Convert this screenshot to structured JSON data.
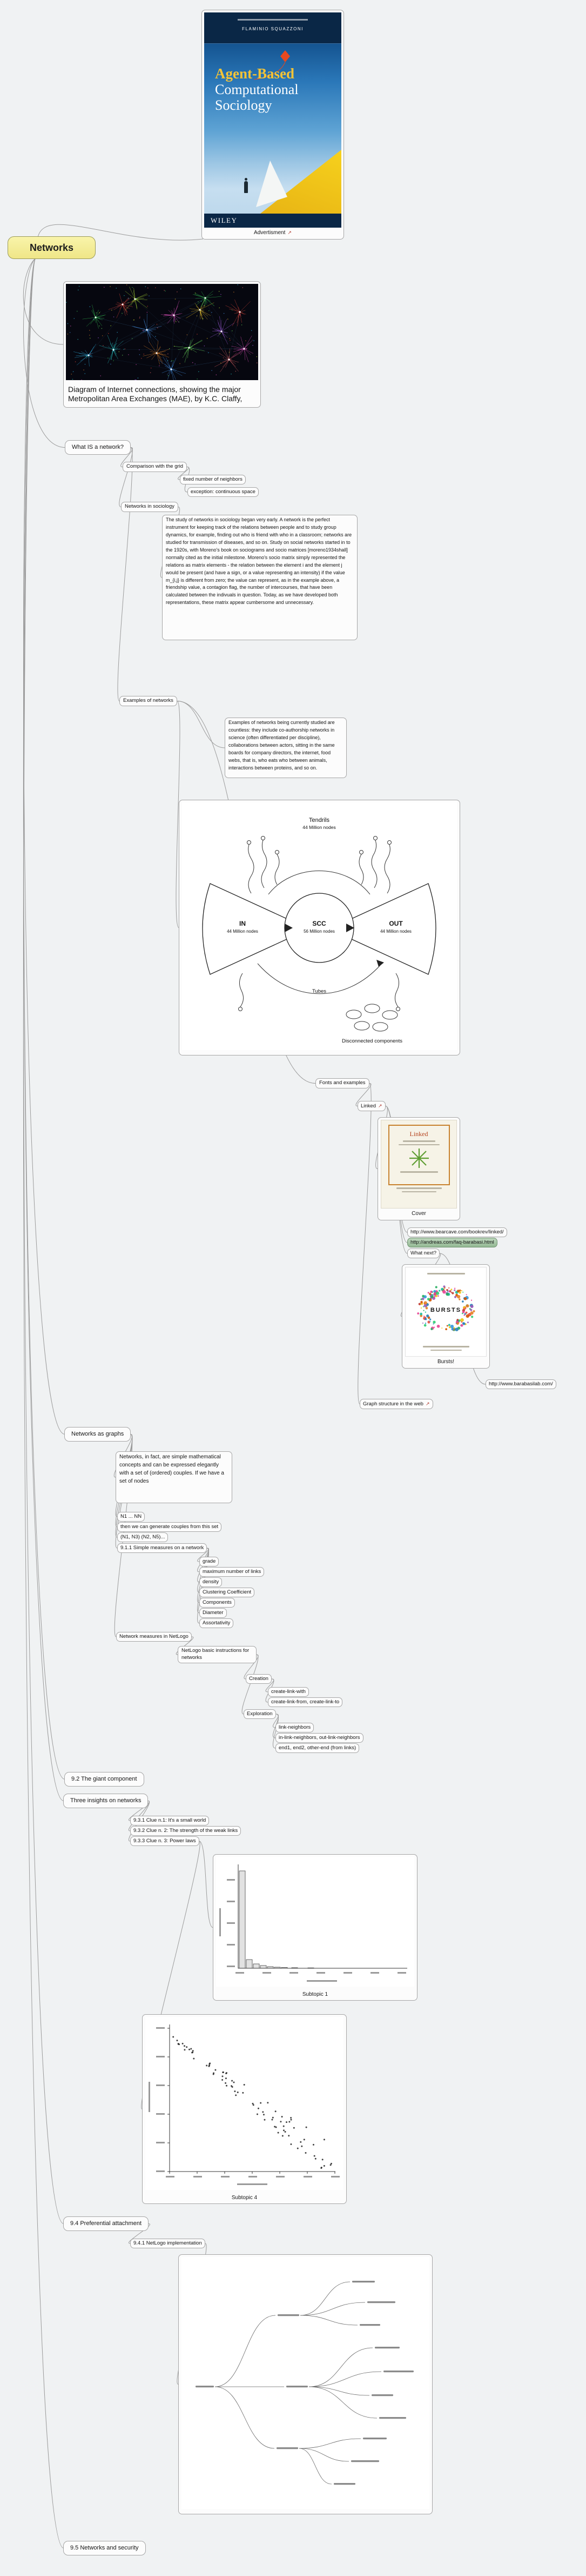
{
  "icons": {
    "link_arrow": "↗"
  },
  "root_label": "Networks",
  "advert_caption": "Advertisment",
  "cover": {
    "author": "FLAMINIO SQUAZZONI",
    "title_line1": "Agent-Based",
    "title_line2": "Computational",
    "title_line3": "Sociology",
    "publisher": "WILEY"
  },
  "internet_caption": "Diagram of Internet connections, showing the major Metropolitan Area Exchanges (MAE), by K.C. Claffy,",
  "what_is_label": "What IS a network?",
  "comparison_label": "Comparison with the grid",
  "fixed_neighbors_label": "fixed number of neighbors",
  "exception_label": "exception: continuous space",
  "sociology_label": "Networks in sociology",
  "sociology_text": "The study of networks in sociology began very early. A network is the perfect instrument for keeping track of the relations between people and to study group dynamics, for example, finding out who is friend with who in a classroom; networks are studied for transmission of diseases, and so on. Study on social networks started in to the 1920s, with Moreno's book on sociograms and socio matrices [moreno1934shall] normally cited as the initial milestone. Moreno's socio matrix simply represented the relations as matrix elements - the relation between the element i and the element j would be present (and have a sign, or a value representing an intensity) if the value m_{i,j} is different from zero; the value can represent, as in the example above, a friendship value, a contagion flag, the number of intercourses, that have been calculated between the indivuals in question. Today, as we have developed both representations, these matrix appear cumbersome and unnecessary.",
  "examples_label": "Examples of networks",
  "examples_text": "Examples of networks being currently studied are countless: they include co-authorship networks in science (often differentiated per discipline), collaborations between actors, sitting in the same boards for company directors, the internet, food webs, that is, who eats who between animals, interactions between proteins, and so on.",
  "bowtie": {
    "tendrils_label": "Tendrils",
    "tendrils_count": "44 Million nodes",
    "in_label": "IN",
    "in_count": "44 Million nodes",
    "scc_label": "SCC",
    "scc_count": "56 Million nodes",
    "out_label": "OUT",
    "out_count": "44 Million nodes",
    "tubes_label": "Tubes",
    "disconnected_label": "Disconnected components"
  },
  "fonts_examples_label": "Fonts and examples",
  "linked_label": "Linked",
  "linked_cover_title": "Linked",
  "cover_caption": "Cover",
  "url_bearcave": "http://www.bearcave.com/bookrev/linked/",
  "url_andreas": "http://andreas.com/faq-barabasi.html",
  "what_next_label": "What next?",
  "bursts_title": "BURSTS",
  "bursts_caption": "Bursts!",
  "url_barabasilab": "http://www.barabasilab.com/",
  "graph_structure_label": "Graph structure in the web",
  "as_graphs_label": "Networks as graphs",
  "graphs_text": "Networks, in fact, are simple mathematical concepts and can be expressed elegantly with a set of (ordered) couples. If we have a set of nodes",
  "nodes_set_label": "N1 ... NN",
  "generate_couples_label": "then we can generate couples from this set",
  "couples_example_label": "(N1, N3) (N2, N5)...",
  "simple_measures_label": "9.1.1 Simple measures on a network",
  "measures": [
    "grade",
    "maximum number of links",
    "density",
    "Clustering Coefficient",
    "Components",
    "Diameter",
    "Assortativity"
  ],
  "net_measures_label": "Network measures in NetLogo",
  "netlogo_basics_label": "NetLogo basic instructions for networks",
  "creation_label": "Creation",
  "creation_items": [
    "create-link-with",
    "create-link-from, create-link-to"
  ],
  "exploration_label": "Exploration",
  "exploration_items": [
    "link-neighbors",
    "in-link-neighbors, out-link-neighbors",
    "end1, end2, other-end (from links)"
  ],
  "giant_component_label": "9.2 The giant component",
  "three_insights_label": "Three insights on networks",
  "clue1_label": "9.3.1 Clue n.1: It's a small world",
  "clue2_label": "9.3.2 Clue n. 2: The strength of the weak links",
  "clue3_label": "9.3.3 Clue n. 3: Power laws",
  "subtopic1_caption": "Subtopic 1",
  "subtopic4_caption": "Subtopic 4",
  "pref_attachment_label": "9.4 Preferential attachment",
  "netlogo_impl_label": "9.4.1 NetLogo implementation",
  "security_label": "9.5 Networks and security"
}
